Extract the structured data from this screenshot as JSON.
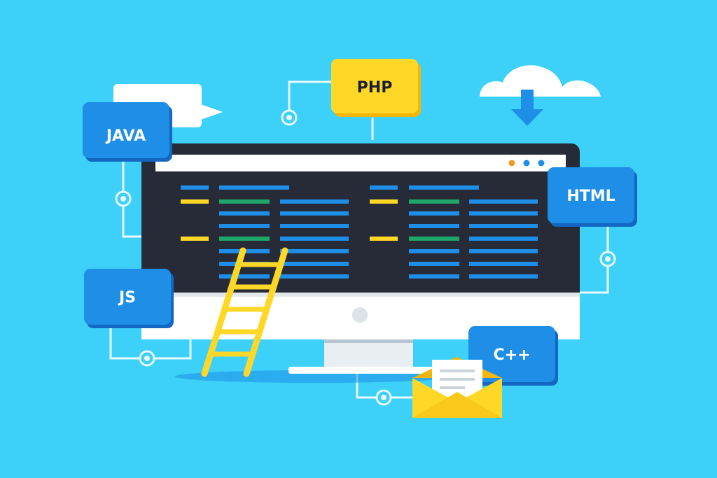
{
  "colors": {
    "background": "#3DD0F9",
    "tile_blue": "#1E8EE6",
    "tile_blue_shadow": "#1366C2",
    "tile_yellow": "#FFD827",
    "tile_yellow_shadow": "#F2B60A",
    "monitor_screen": "#262B37",
    "monitor_body": "#FFFFFF",
    "code_blue": "#1E8EE6",
    "code_green": "#1FA66B",
    "code_yellow": "#FFD827",
    "connector": "#E9FAFF"
  },
  "tiles": {
    "java": "JAVA",
    "php": "PHP",
    "html": "HTML",
    "js": "JS",
    "cpp": "C++"
  },
  "icons": {
    "cloud": "cloud-download-icon",
    "mail": "envelope-icon",
    "chat": "speech-bubble-icon",
    "ladder": "ladder-icon"
  }
}
